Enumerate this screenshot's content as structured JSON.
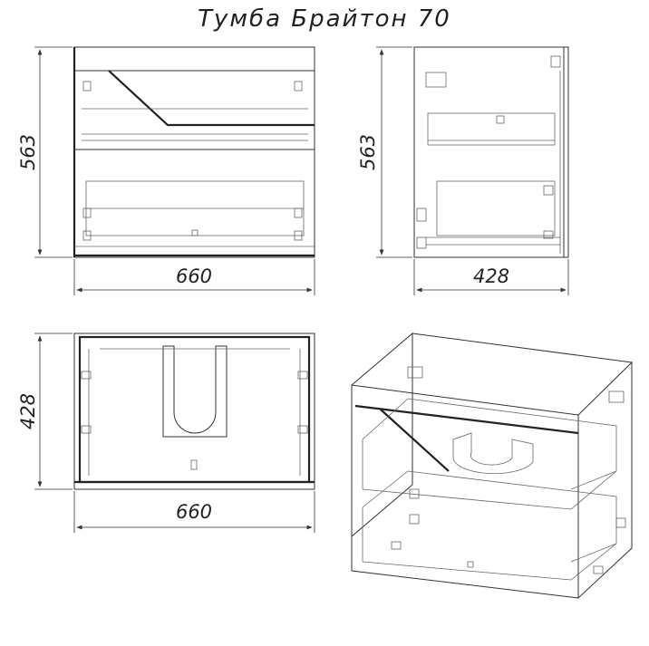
{
  "title": "Тумба  Брайтон 70",
  "front_view": {
    "height_label": "563",
    "width_label": "660"
  },
  "side_view": {
    "height_label": "563",
    "depth_label": "428"
  },
  "top_view": {
    "depth_label": "428",
    "width_label": "660"
  }
}
